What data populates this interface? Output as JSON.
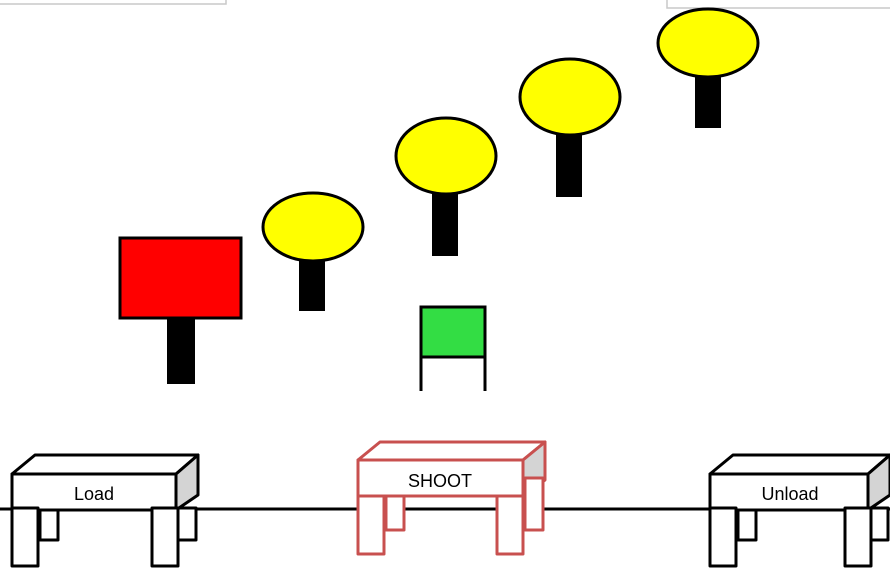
{
  "stations": [
    {
      "id": "load",
      "label": "Load",
      "role": "load",
      "color": "#000000"
    },
    {
      "id": "shoot",
      "label": "SHOOT",
      "role": "active",
      "color": "#c8504f"
    },
    {
      "id": "unload",
      "label": "Unload",
      "role": "unload",
      "color": "#000000"
    }
  ],
  "targets": {
    "round_color": "#ffff00",
    "stem_color": "#000000",
    "count": 5
  },
  "red_board_color": "#ff0000",
  "green_board_color": "#33dd44",
  "rail_color": "#000000",
  "corner_boxes": [
    "top-left",
    "top-right"
  ]
}
